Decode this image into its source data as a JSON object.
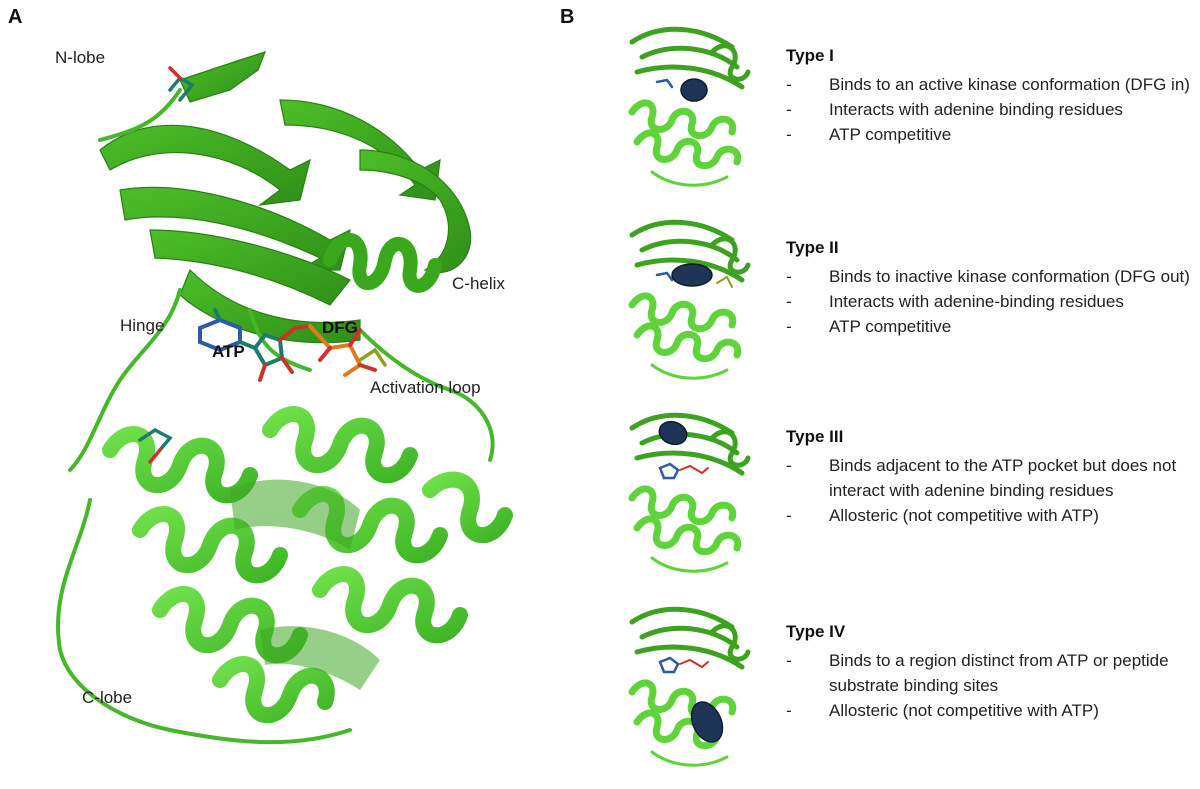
{
  "panel_a": {
    "letter": "A",
    "labels": {
      "n_lobe": "N-lobe",
      "c_helix": "C-helix",
      "hinge": "Hinge",
      "atp": "ATP",
      "dfg": "DFG",
      "activation_loop": "Activation loop",
      "c_lobe": "C-lobe"
    }
  },
  "panel_b": {
    "letter": "B",
    "types": [
      {
        "title": "Type I",
        "bullets": [
          "Binds to an active kinase conformation (DFG in)",
          "Interacts with adenine binding residues",
          "ATP competitive"
        ]
      },
      {
        "title": "Type II",
        "bullets": [
          "Binds to inactive kinase conformation (DFG out)",
          "Interacts with adenine-binding residues",
          "ATP competitive"
        ]
      },
      {
        "title": "Type III",
        "bullets": [
          "Binds adjacent to the ATP pocket but does not interact with adenine binding residues",
          "Allosteric (not competitive with ATP)"
        ]
      },
      {
        "title": "Type IV",
        "bullets": [
          "Binds to a region distinct from ATP or peptide substrate binding sites",
          "Allosteric (not competitive with ATP)"
        ]
      }
    ]
  },
  "colors": {
    "protein_dark": "#3da21f",
    "protein_light": "#5fd43a",
    "inhibitor": "#1f3557"
  }
}
